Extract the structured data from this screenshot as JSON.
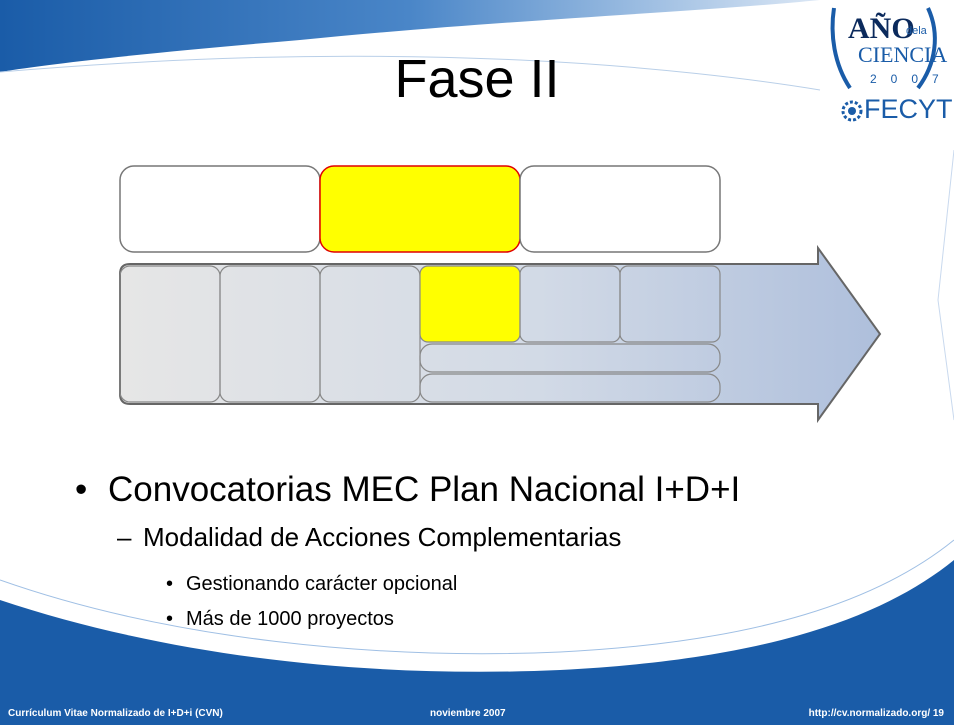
{
  "slide": {
    "title": "Fase II",
    "bullets": [
      {
        "level": 1,
        "text": "Convocatorias MEC Plan Nacional I+D+I"
      },
      {
        "level": 2,
        "text": "Modalidad de Acciones Complementarias"
      },
      {
        "level": 3,
        "text": "Gestionando carácter opcional"
      },
      {
        "level": 3,
        "text": "Más de 1000 proyectos"
      }
    ],
    "bullet_glyphs": {
      "level1": "•",
      "level2": "–",
      "level3": "•"
    }
  },
  "logo": {
    "ano": "AÑO",
    "dela": "dela",
    "ciencia": "CIENCIA",
    "year": "2007",
    "fecyt": "FECYT"
  },
  "footer": {
    "left": "Currículum Vitae Normalizado de I+D+i (CVN)",
    "middle": "noviembre 2007",
    "right": "http://cv.normalizado.org/  19"
  },
  "colors": {
    "highlight": "#ffff00",
    "highlight_border": "#e00000",
    "blue_band": "#1a5ca8",
    "arrow_light": "#e6e6e6",
    "arrow_blue": "#b4c6e0",
    "box_border": "#777777"
  },
  "diagram": {
    "top_boxes": [
      "empty",
      "highlighted",
      "empty"
    ],
    "arrow_cells": [
      "empty",
      "empty",
      "empty",
      "highlighted",
      "empty",
      "empty"
    ],
    "arrow_bars": 2
  }
}
